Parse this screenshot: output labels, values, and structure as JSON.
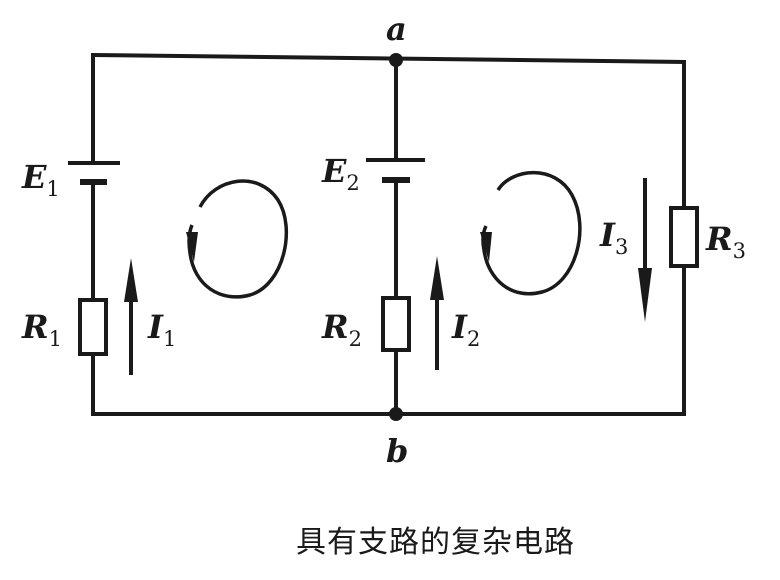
{
  "nodes": {
    "a": "a",
    "b": "b"
  },
  "sources": {
    "E1": {
      "symbol": "E",
      "sub": "1"
    },
    "E2": {
      "symbol": "E",
      "sub": "2"
    }
  },
  "resistors": {
    "R1": {
      "symbol": "R",
      "sub": "1"
    },
    "R2": {
      "symbol": "R",
      "sub": "2"
    },
    "R3": {
      "symbol": "R",
      "sub": "3"
    }
  },
  "currents": {
    "I1": {
      "symbol": "I",
      "sub": "1"
    },
    "I2": {
      "symbol": "I",
      "sub": "2"
    },
    "I3": {
      "symbol": "I",
      "sub": "3"
    }
  },
  "caption": "具有支路的复杂电路"
}
